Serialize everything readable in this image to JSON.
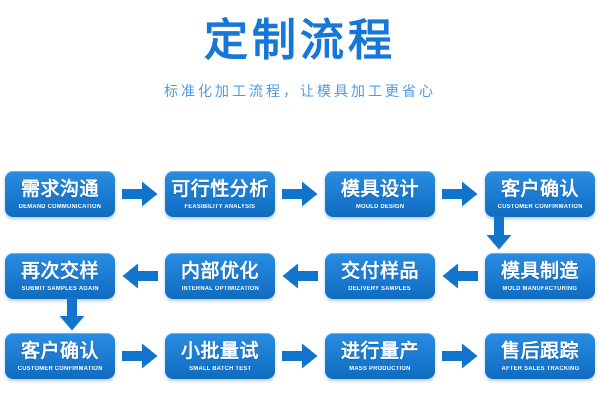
{
  "header": {
    "title": "定制流程",
    "subtitle": "标准化加工流程，让模具加工更省心",
    "title_color": "#1777d8",
    "subtitle_color": "#4d9ae6"
  },
  "theme": {
    "node_color_top": "#2a8de0",
    "node_color_bottom": "#0f6cc0",
    "arrow_color": "#1175cc",
    "background": "#ffffff",
    "text_color": "#ffffff"
  },
  "flow": {
    "rows": [
      {
        "direction": "left-to-right",
        "arrow_icon": "arrow-right-icon",
        "nodes": [
          {
            "cn": "需求沟通",
            "en": "DEMAND COMMUNICATION"
          },
          {
            "cn": "可行性分析",
            "en": "FEASIBILITY ANALYSIS"
          },
          {
            "cn": "模具设计",
            "en": "MOULD DESIGN"
          },
          {
            "cn": "客户确认",
            "en": "CUSTOMER CONFIRMATION"
          }
        ]
      },
      {
        "direction": "right-to-left",
        "arrow_icon": "arrow-left-icon",
        "nodes": [
          {
            "cn": "再次交样",
            "en": "SUBMIT SAMPLES AGAIN"
          },
          {
            "cn": "内部优化",
            "en": "INTERNAL OPTIMIZATION"
          },
          {
            "cn": "交付样品",
            "en": "DELIVERY SAMPLES"
          },
          {
            "cn": "模具制造",
            "en": "MOLD MANUFACTURING"
          }
        ]
      },
      {
        "direction": "left-to-right",
        "arrow_icon": "arrow-right-icon",
        "nodes": [
          {
            "cn": "客户确认",
            "en": "CUSTOMER CONFIRMATION"
          },
          {
            "cn": "小批量试",
            "en": "SMALL BATCH TEST"
          },
          {
            "cn": "进行量产",
            "en": "MASS PRODUCTION"
          },
          {
            "cn": "售后跟踪",
            "en": "AFTER SALES TRACKING"
          }
        ]
      }
    ],
    "connectors": [
      {
        "icon": "arrow-down-icon",
        "from": "客户确认",
        "to": "模具制造",
        "side": "right"
      },
      {
        "icon": "arrow-down-icon",
        "from": "再次交样",
        "to": "客户确认",
        "side": "left"
      }
    ]
  }
}
